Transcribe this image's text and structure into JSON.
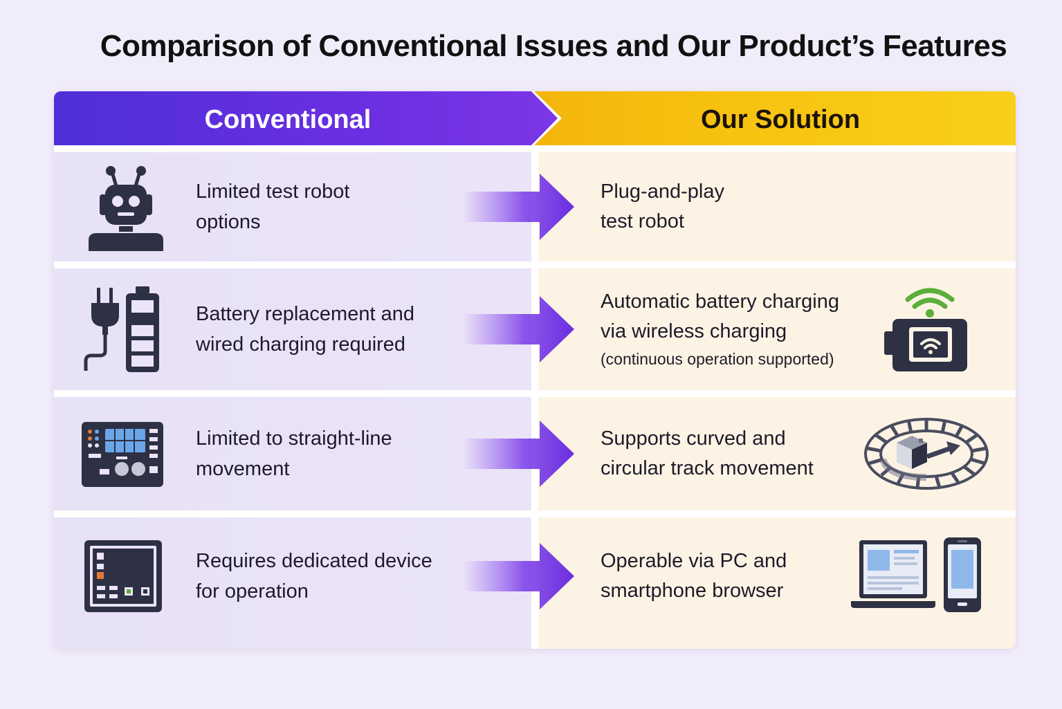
{
  "title": "Comparison of Conventional Issues and Our Product’s Features",
  "header": {
    "left_label": "Conventional",
    "right_label": "Our Solution"
  },
  "colors": {
    "conventional_header": "#5b30dc",
    "solution_header": "#f7c010",
    "arrow": "#6a2ee0",
    "icon_dark": "#2e3044",
    "wifi_green": "#5cae3a"
  },
  "rows": [
    {
      "conventional": {
        "icon": "robot-icon",
        "line1": "Limited test robot",
        "line2": "options"
      },
      "solution": {
        "icon": "",
        "line1": "Plug-and-play",
        "line2": "test robot",
        "note": ""
      }
    },
    {
      "conventional": {
        "icon": "plug-battery-icon",
        "line1": "Battery replacement and",
        "line2": "wired charging required"
      },
      "solution": {
        "icon": "wireless-charging-icon",
        "line1": "Automatic battery charging",
        "line2": "via wireless charging",
        "note": "(continuous operation supported)"
      }
    },
    {
      "conventional": {
        "icon": "control-panel-icon",
        "line1": "Limited to straight-line",
        "line2": "movement"
      },
      "solution": {
        "icon": "circular-track-icon",
        "line1": "Supports curved and",
        "line2": "circular track movement",
        "note": ""
      }
    },
    {
      "conventional": {
        "icon": "dedicated-device-icon",
        "line1": "Requires dedicated device",
        "line2": "for operation"
      },
      "solution": {
        "icon": "laptop-smartphone-icon",
        "line1": "Operable via PC and",
        "line2": "smartphone browser",
        "note": ""
      }
    }
  ]
}
